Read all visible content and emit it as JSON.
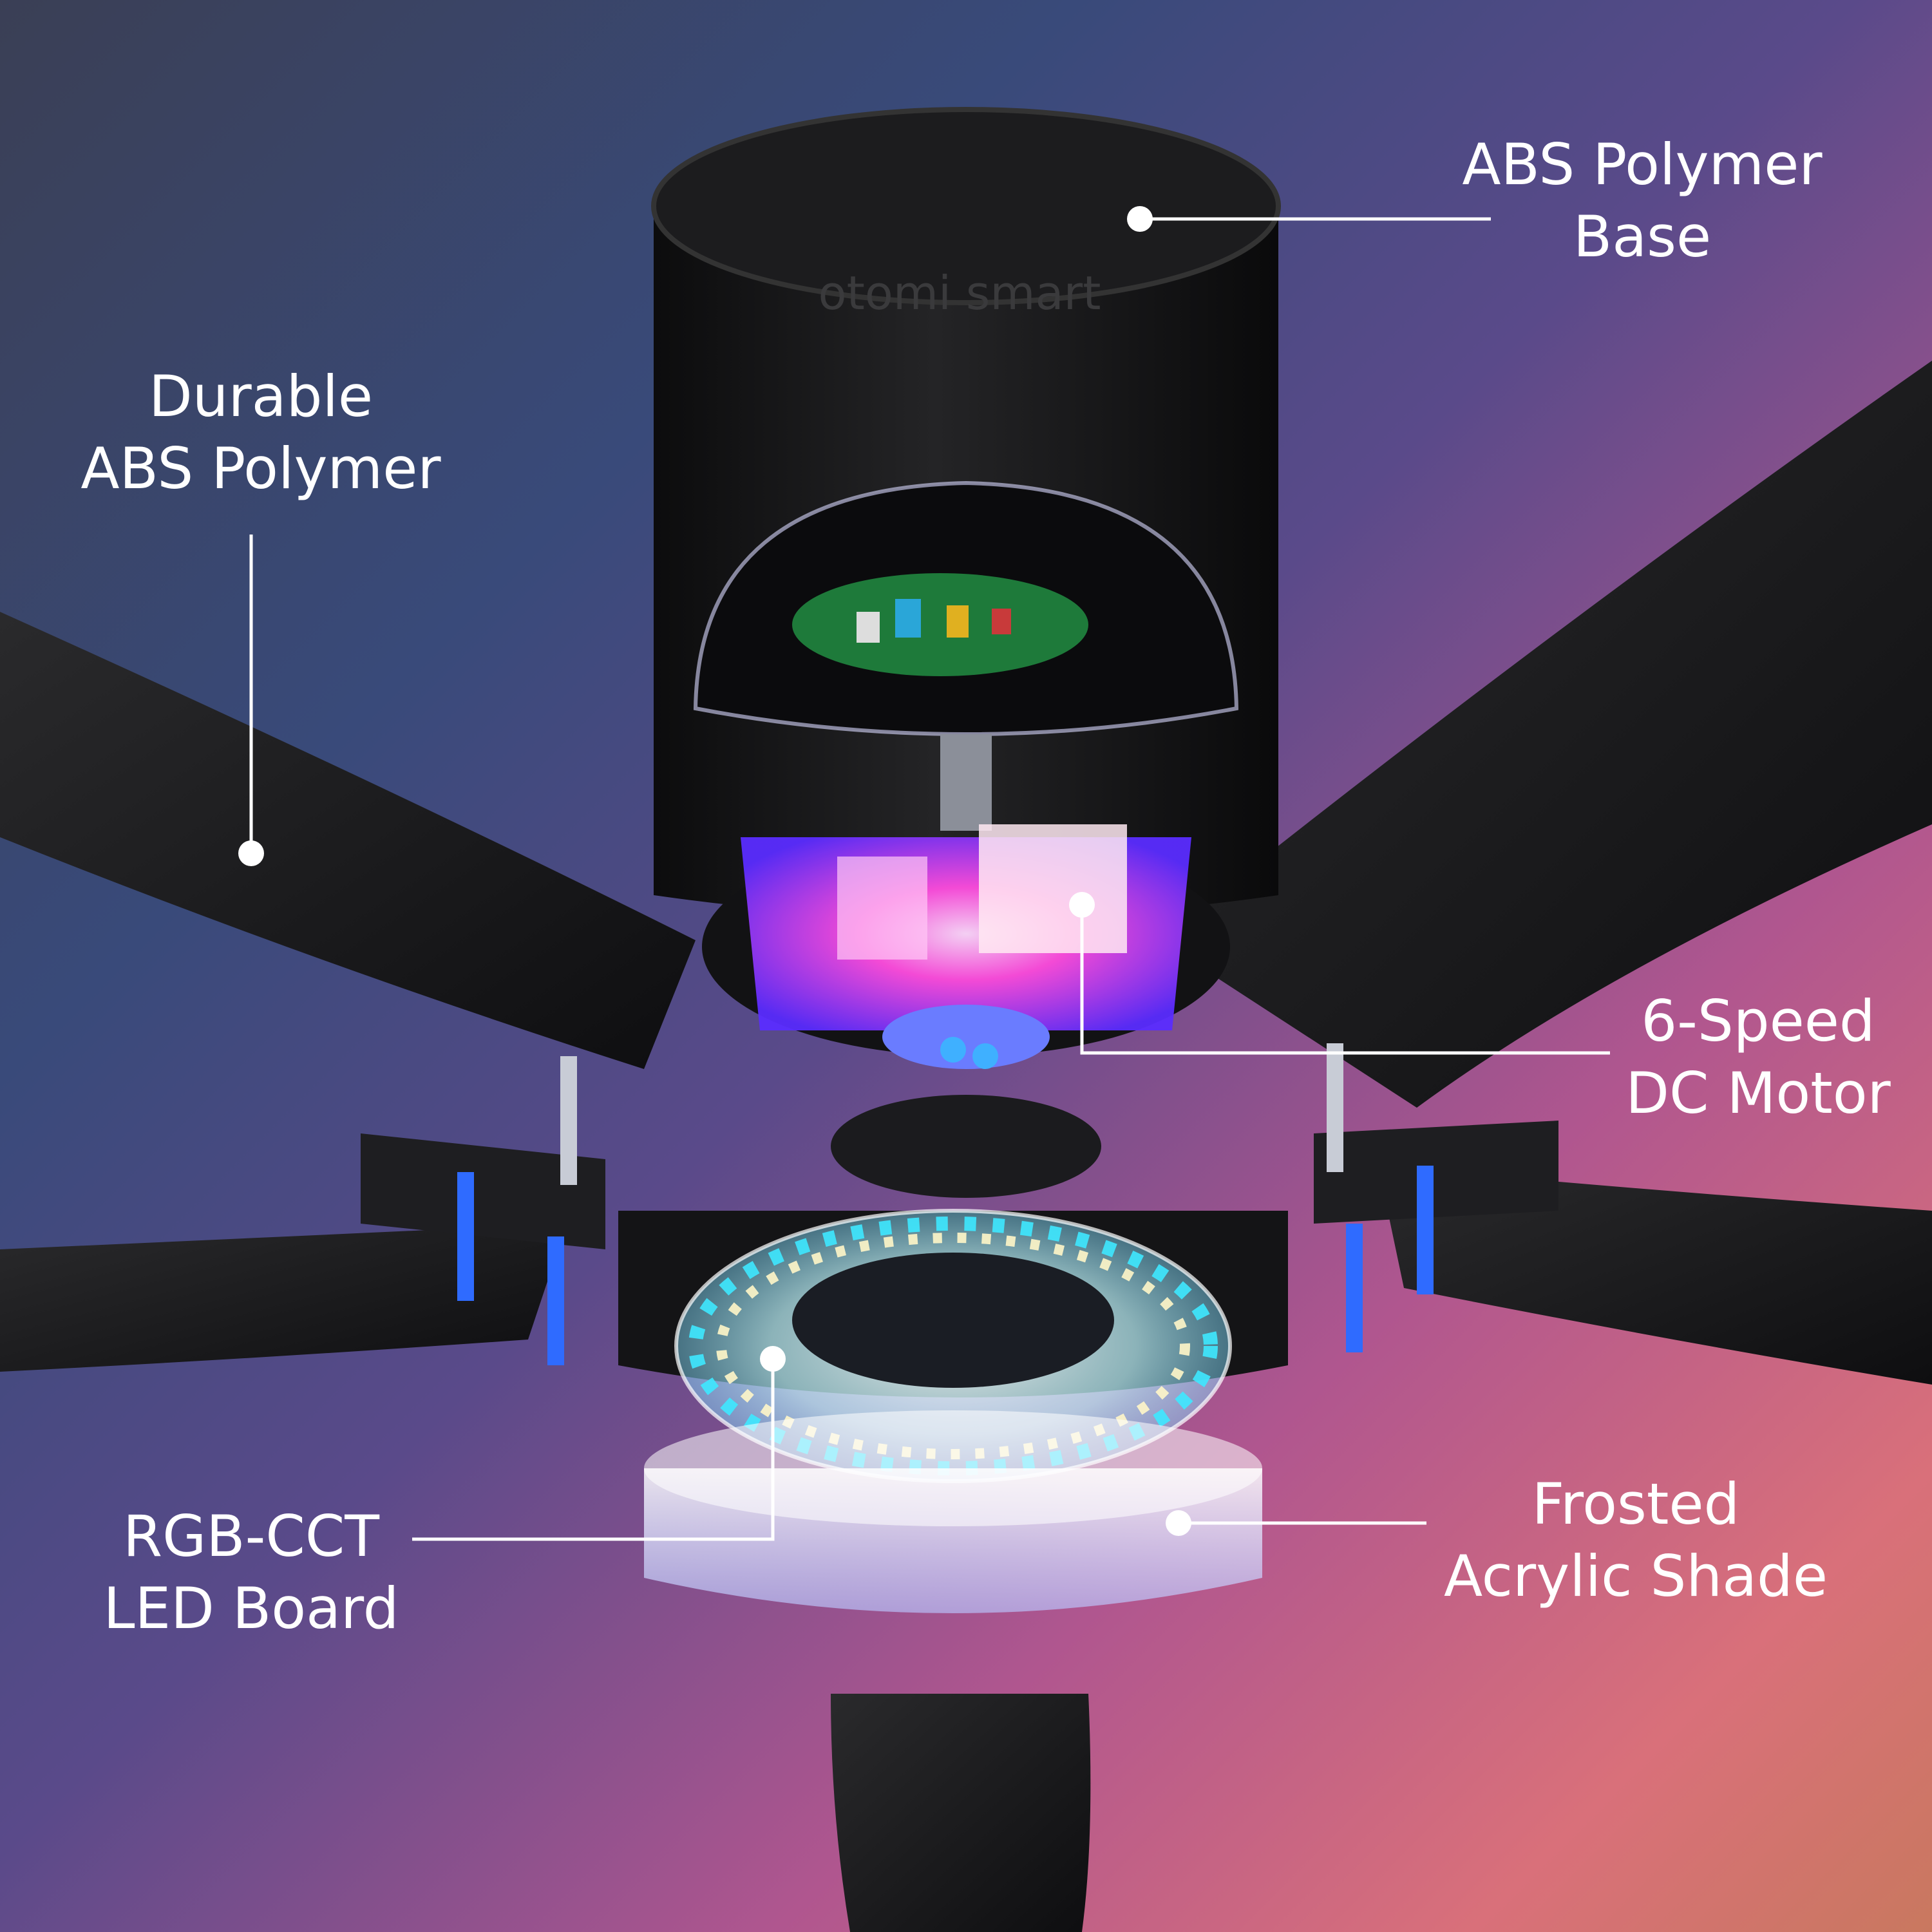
{
  "brand": {
    "logo_text": "otomi smart",
    "logo_icon": "wifi-icon"
  },
  "callouts": {
    "base": {
      "line1": "ABS Polymer",
      "line2": "Base"
    },
    "blades": {
      "line1": "Durable",
      "line2": "ABS Polymer"
    },
    "motor": {
      "line1": "6-Speed",
      "line2": "DC Motor"
    },
    "led": {
      "line1": "RGB-CCT",
      "line2": "LED Board"
    },
    "shade": {
      "line1": "Frosted",
      "line2": "Acrylic Shade"
    }
  },
  "colors": {
    "background_start": "#3a3f55",
    "background_mid": "#5a4a8a",
    "background_end": "#d9707a",
    "body_black": "#151515",
    "motor_glow": "#ff4de0",
    "led_glow": "#3ee8ff",
    "screw_glow": "#2f6bff",
    "callout_line": "#ffffff"
  }
}
